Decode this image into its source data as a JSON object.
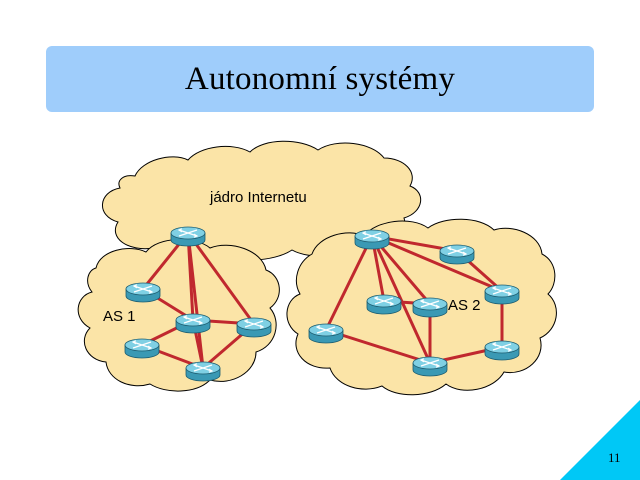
{
  "slide": {
    "title": "Autonomní systémy",
    "page_number": "11"
  },
  "diagram": {
    "labels": {
      "core": "jádro Internetu",
      "as1": "AS 1",
      "as2": "AS 2"
    },
    "colors": {
      "cloud_fill": "#fbe4a7",
      "cloud_stroke": "#000000",
      "link": "#c0282e",
      "router_body": "#3a99b4",
      "router_top": "#7fd0e4",
      "title_bg": "#9fcdfb",
      "corner": "#00c8f6"
    },
    "icon": "router-icon"
  }
}
